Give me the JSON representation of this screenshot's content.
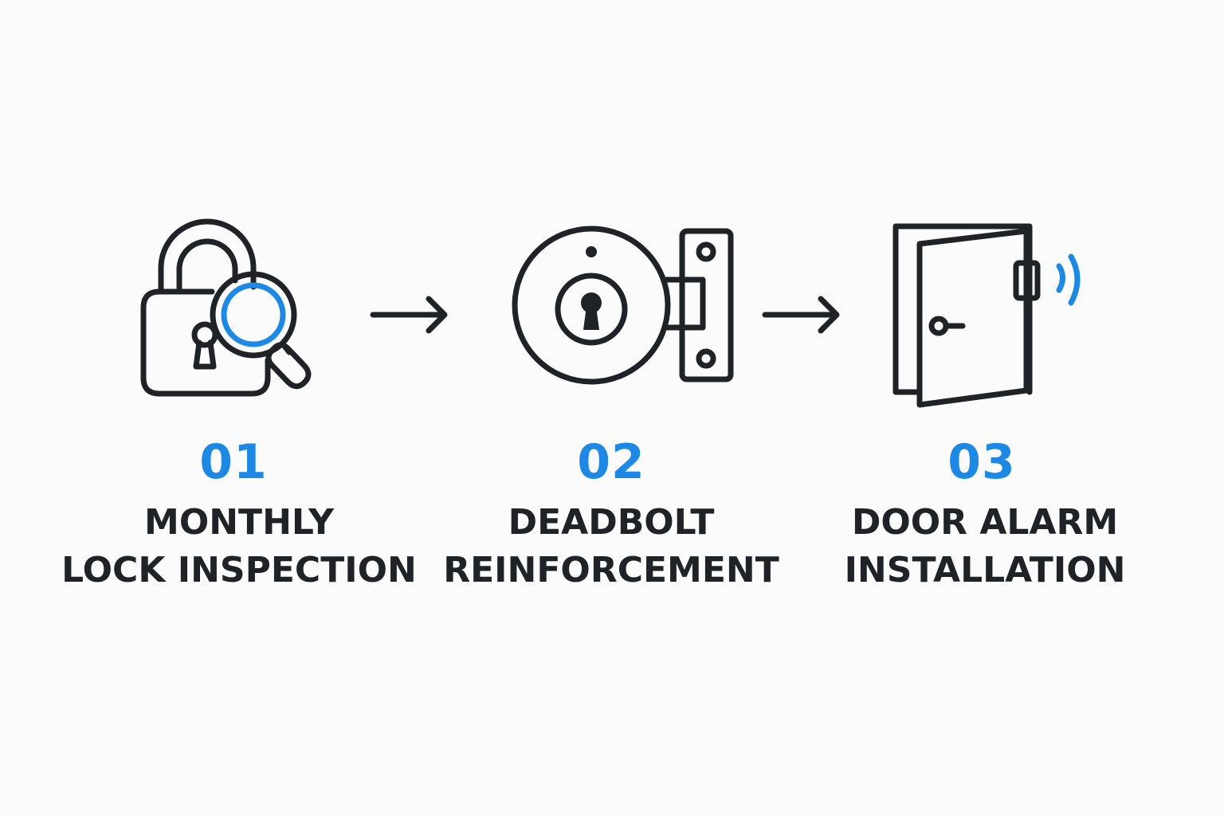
{
  "colors": {
    "accent": "#1e88e5",
    "ink": "#1f2328",
    "background": "#fbfbfb"
  },
  "steps": [
    {
      "number": "01",
      "label_lines": [
        "MONTHLY",
        "LOCK INSPECTION"
      ],
      "icon": "padlock-magnifier-icon"
    },
    {
      "number": "02",
      "label_lines": [
        "DEADBOLT",
        "REINFORCEMENT"
      ],
      "icon": "deadbolt-icon"
    },
    {
      "number": "03",
      "label_lines": [
        "DOOR ALARM",
        "INSTALLATION"
      ],
      "icon": "door-alarm-icon"
    }
  ],
  "connectors": [
    "arrow-right-icon",
    "arrow-right-icon"
  ]
}
